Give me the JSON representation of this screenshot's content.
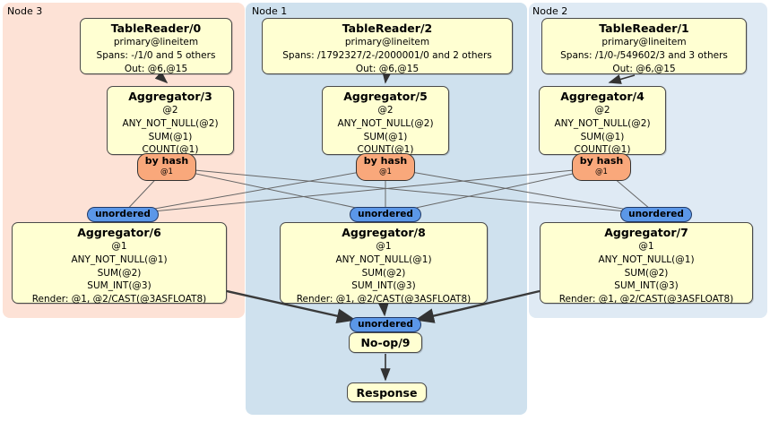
{
  "diagram": {
    "regions": [
      {
        "label": "Node 3"
      },
      {
        "label": "Node 1"
      },
      {
        "label": "Node 2"
      }
    ],
    "processors": {
      "tr0": {
        "title": "TableReader/0",
        "lines": [
          "primary@lineitem",
          "Spans: -/1/0 and 5 others",
          "Out: @6,@15"
        ]
      },
      "tr2": {
        "title": "TableReader/2",
        "lines": [
          "primary@lineitem",
          "Spans: /1792327/2-/2000001/0 and 2 others",
          "Out: @6,@15"
        ]
      },
      "tr1": {
        "title": "TableReader/1",
        "lines": [
          "primary@lineitem",
          "Spans: /1/0-/549602/3 and 3 others",
          "Out: @6,@15"
        ]
      },
      "agg3": {
        "title": "Aggregator/3",
        "lines": [
          "@2",
          "ANY_NOT_NULL(@2)",
          "SUM(@1)",
          "COUNT(@1)"
        ]
      },
      "agg5": {
        "title": "Aggregator/5",
        "lines": [
          "@2",
          "ANY_NOT_NULL(@2)",
          "SUM(@1)",
          "COUNT(@1)"
        ]
      },
      "agg4": {
        "title": "Aggregator/4",
        "lines": [
          "@2",
          "ANY_NOT_NULL(@2)",
          "SUM(@1)",
          "COUNT(@1)"
        ]
      },
      "agg6": {
        "title": "Aggregator/6",
        "lines": [
          "@1",
          "ANY_NOT_NULL(@1)",
          "SUM(@2)",
          "SUM_INT(@3)",
          "Render: @1, @2/CAST(@3ASFLOAT8)"
        ]
      },
      "agg8": {
        "title": "Aggregator/8",
        "lines": [
          "@1",
          "ANY_NOT_NULL(@1)",
          "SUM(@2)",
          "SUM_INT(@3)",
          "Render: @1, @2/CAST(@3ASFLOAT8)"
        ]
      },
      "agg7": {
        "title": "Aggregator/7",
        "lines": [
          "@1",
          "ANY_NOT_NULL(@1)",
          "SUM(@2)",
          "SUM_INT(@3)",
          "Render: @1, @2/CAST(@3ASFLOAT8)"
        ]
      },
      "noop": {
        "title": "No-op/9"
      },
      "response": {
        "title": "Response"
      }
    },
    "router": {
      "label": "by hash",
      "sublabel": "@1"
    },
    "sync": {
      "label": "unordered"
    },
    "colors": {
      "node3_bg": "#fde2d6",
      "node1_bg": "#cfe1ee",
      "node2_bg": "#dfeaf4",
      "box_bg": "#ffffd2",
      "router_bg": "#f9a87b",
      "sync_bg": "#5b97e8"
    }
  }
}
